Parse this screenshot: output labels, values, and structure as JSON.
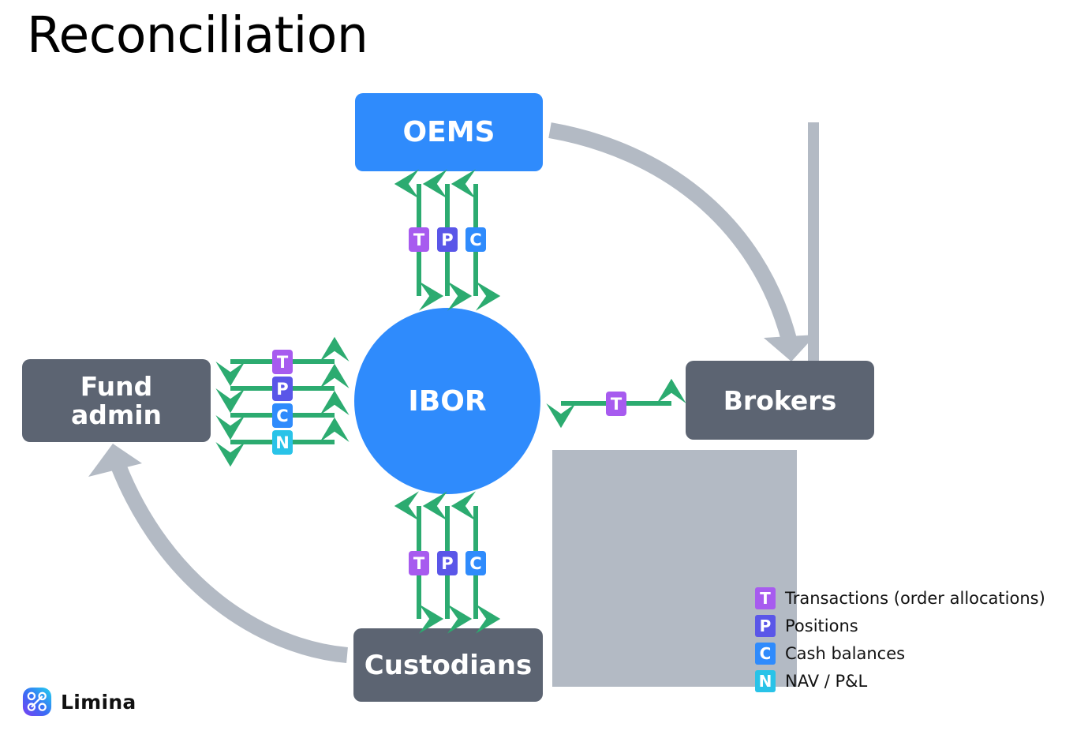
{
  "page": {
    "title": "Reconciliation",
    "background": "#ffffff"
  },
  "colors": {
    "blue": "#2F8BFC",
    "dark_slate": "#5C6472",
    "gray": "#B3BAC4",
    "green": "#2CAB70",
    "badge_transactions": "#A75BEF",
    "badge_positions": "#5A56E8",
    "badge_cash": "#2F8BFC",
    "badge_nav": "#29C3E8"
  },
  "nodes": {
    "oems": "OEMS",
    "ibor": "IBOR",
    "fund_admin_line1": "Fund",
    "fund_admin_line2": "admin",
    "brokers": "Brokers",
    "custodians": "Custodians"
  },
  "badges": {
    "t": "T",
    "p": "P",
    "c": "C",
    "n": "N"
  },
  "flows": {
    "oems_ibor": [
      "T",
      "P",
      "C"
    ],
    "ibor_fund_admin": [
      "T",
      "P",
      "C",
      "N"
    ],
    "ibor_brokers": [
      "T"
    ],
    "ibor_custodians": [
      "T",
      "P",
      "C"
    ]
  },
  "legend": {
    "items": [
      {
        "key": "T",
        "label": "Transactions (order allocations)",
        "color": "#A75BEF"
      },
      {
        "key": "P",
        "label": "Positions",
        "color": "#5A56E8"
      },
      {
        "key": "C",
        "label": "Cash balances",
        "color": "#2F8BFC"
      },
      {
        "key": "N",
        "label": "NAV / P&L",
        "color": "#29C3E8"
      }
    ]
  },
  "brand": {
    "name": "Limina",
    "logo_icon": "limina-node-graph-icon"
  }
}
